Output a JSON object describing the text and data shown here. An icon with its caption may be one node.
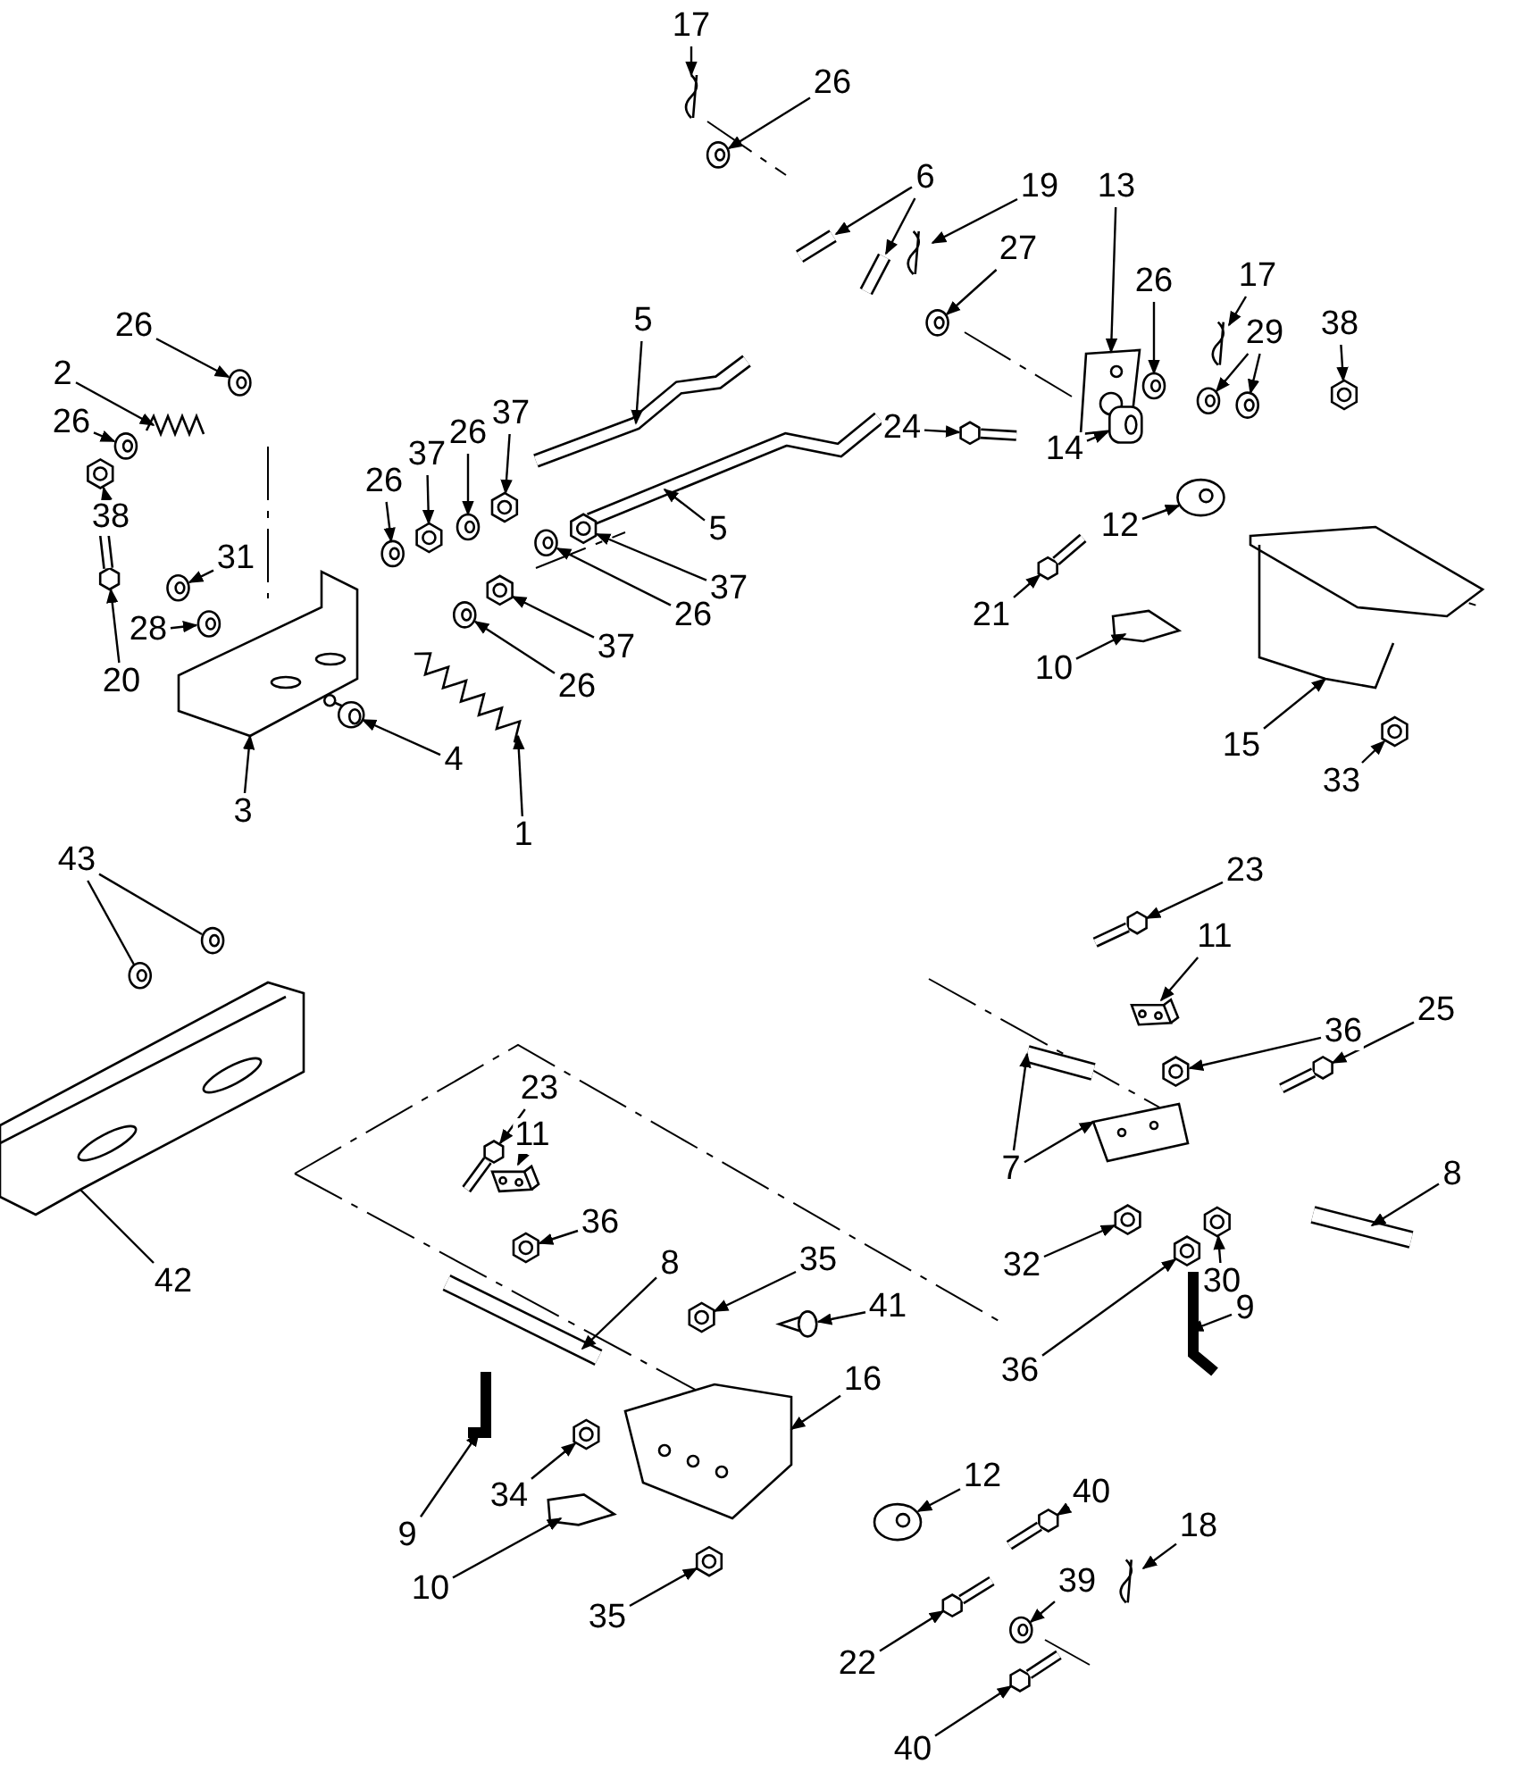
{
  "diagram": {
    "nodes": [
      {
        "text": [
          "17"
        ]
      },
      {
        "text": [
          "26"
        ]
      },
      {
        "text": [
          "6"
        ]
      },
      {
        "text": [
          "19"
        ]
      },
      {
        "text": [
          "27"
        ]
      },
      {
        "text": [
          "13"
        ]
      },
      {
        "text": [
          "26"
        ]
      },
      {
        "text": [
          "17"
        ]
      },
      {
        "text": [
          "29"
        ]
      },
      {
        "text": [
          "38"
        ]
      },
      {
        "text": [
          "5"
        ]
      },
      {
        "text": [
          "24"
        ]
      },
      {
        "text": [
          "14"
        ]
      },
      {
        "text": [
          "12"
        ]
      },
      {
        "text": [
          "26"
        ]
      },
      {
        "text": [
          "2"
        ]
      },
      {
        "text": [
          "26"
        ]
      },
      {
        "text": [
          "38"
        ]
      },
      {
        "text": [
          "26"
        ]
      },
      {
        "text": [
          "37"
        ]
      },
      {
        "text": [
          "26"
        ]
      },
      {
        "text": [
          "37"
        ]
      },
      {
        "text": [
          "5"
        ]
      },
      {
        "text": [
          "31"
        ]
      },
      {
        "text": [
          "28"
        ]
      },
      {
        "text": [
          "20"
        ]
      },
      {
        "text": [
          "37"
        ]
      },
      {
        "text": [
          "26"
        ]
      },
      {
        "text": [
          "37"
        ]
      },
      {
        "text": [
          "26"
        ]
      },
      {
        "text": [
          "21"
        ]
      },
      {
        "text": [
          "10"
        ]
      },
      {
        "text": [
          "3"
        ]
      },
      {
        "text": [
          "4"
        ]
      },
      {
        "text": [
          "1"
        ]
      },
      {
        "text": [
          "15"
        ]
      },
      {
        "text": [
          "33"
        ]
      },
      {
        "text": [
          "43"
        ]
      },
      {
        "text": [
          "42"
        ]
      },
      {
        "text": [
          "23"
        ]
      },
      {
        "text": [
          "11"
        ]
      },
      {
        "text": [
          "36"
        ]
      },
      {
        "text": [
          "25"
        ]
      },
      {
        "text": [
          "7"
        ]
      },
      {
        "text": [
          "8"
        ]
      },
      {
        "text": [
          "32"
        ]
      },
      {
        "text": [
          "36"
        ]
      },
      {
        "text": [
          "30"
        ]
      },
      {
        "text": [
          "9"
        ]
      },
      {
        "text": [
          "23"
        ]
      },
      {
        "text": [
          "11"
        ]
      },
      {
        "text": [
          "36"
        ]
      },
      {
        "text": [
          "8"
        ]
      },
      {
        "text": [
          "35"
        ]
      },
      {
        "text": [
          "41"
        ]
      },
      {
        "text": [
          "16"
        ]
      },
      {
        "text": [
          "9"
        ]
      },
      {
        "text": [
          "34"
        ]
      },
      {
        "text": [
          "12"
        ]
      },
      {
        "text": [
          "40"
        ]
      },
      {
        "text": [
          "18"
        ]
      },
      {
        "text": [
          "10"
        ]
      },
      {
        "text": [
          "35"
        ]
      },
      {
        "text": [
          "39"
        ]
      },
      {
        "text": [
          "22"
        ]
      },
      {
        "text": [
          "40"
        ]
      },
      {
        "text": [],
        "shape": "picture"
      },
      {
        "text": [],
        "shape": "picture"
      },
      {
        "text": [],
        "shape": "picture"
      },
      {
        "text": [],
        "shape": "picture"
      },
      {
        "text": [],
        "shape": "picture"
      },
      {
        "text": [],
        "shape": "picture"
      },
      {
        "text": [],
        "shape": "picture"
      },
      {
        "text": [],
        "shape": "picture"
      },
      {
        "text": [],
        "shape": "picture"
      },
      {
        "text": [],
        "shape": "picture"
      },
      {
        "text": [],
        "shape": "picture"
      },
      {
        "text": [],
        "shape": "picture"
      },
      {
        "text": [],
        "shape": "picture"
      },
      {
        "text": [],
        "shape": "picture"
      },
      {
        "text": [],
        "shape": "picture"
      },
      {
        "text": [],
        "shape": "picture"
      },
      {
        "text": [],
        "shape": "picture"
      },
      {
        "text": [],
        "shape": "picture"
      },
      {
        "text": [],
        "shape": "picture"
      },
      {
        "text": [],
        "shape": "picture"
      },
      {
        "text": [],
        "shape": "picture"
      },
      {
        "text": [],
        "shape": "picture"
      },
      {
        "text": [],
        "shape": "picture"
      },
      {
        "text": [],
        "shape": "picture"
      },
      {
        "text": [],
        "shape": "picture"
      },
      {
        "text": [],
        "shape": "picture"
      },
      {
        "text": [],
        "shape": "picture"
      },
      {
        "text": [],
        "shape": "picture"
      },
      {
        "text": [],
        "shape": "picture"
      },
      {
        "text": [],
        "shape": "picture"
      },
      {
        "text": [],
        "shape": "picture"
      },
      {
        "text": [],
        "shape": "picture"
      },
      {
        "text": [],
        "shape": "picture"
      },
      {
        "text": [],
        "shape": "picture"
      },
      {
        "text": [],
        "shape": "picture"
      },
      {
        "text": [],
        "shape": "picture"
      },
      {
        "text": [],
        "shape": "picture"
      },
      {
        "text": [],
        "shape": "picture"
      },
      {
        "text": [],
        "shape": "picture"
      },
      {
        "text": [],
        "shape": "picture"
      },
      {
        "text": [],
        "shape": "picture"
      },
      {
        "text": [],
        "shape": "picture"
      },
      {
        "text": [],
        "shape": "picture"
      },
      {
        "text": [],
        "shape": "picture"
      },
      {
        "text": [],
        "shape": "picture"
      },
      {
        "text": [],
        "shape": "picture"
      },
      {
        "text": [],
        "shape": "picture"
      },
      {
        "text": [],
        "shape": "picture"
      },
      {
        "text": [],
        "shape": "picture"
      },
      {
        "text": [],
        "shape": "picture"
      },
      {
        "text": [],
        "shape": "picture"
      },
      {
        "text": [],
        "shape": "picture"
      },
      {
        "text": [],
        "shape": "picture"
      },
      {
        "text": [],
        "shape": "picture"
      },
      {
        "text": [],
        "shape": "picture"
      },
      {
        "text": [],
        "shape": "picture"
      },
      {
        "text": [],
        "shape": "picture"
      },
      {
        "text": [],
        "shape": "picture"
      },
      {
        "text": [],
        "shape": "picture"
      },
      {
        "text": [],
        "shape": "picture"
      },
      {
        "text": [],
        "shape": "picture"
      },
      {
        "text": [],
        "shape": "picture"
      },
      {
        "text": [],
        "shape": "picture"
      },
      {
        "text": [],
        "shape": "picture"
      },
      {
        "text": [],
        "shape": "picture"
      },
      {
        "text": [],
        "shape": "picture"
      },
      {
        "text": [],
        "shape": "picture"
      },
      {
        "text": [],
        "shape": "picture"
      },
      {
        "text": [],
        "shape": "picture"
      },
      {
        "text": [],
        "shape": "picture"
      }
    ],
    "edges": [
      {
        "from": 0,
        "to": 66,
        "arrow": "to"
      },
      {
        "from": 1,
        "to": 67,
        "arrow": "to"
      },
      {
        "from": 2,
        "to": 68,
        "arrow": "to"
      },
      {
        "from": 2,
        "to": 69,
        "arrow": "to"
      },
      {
        "from": 3,
        "to": 70,
        "arrow": "to"
      },
      {
        "from": 4,
        "to": 71,
        "arrow": "to"
      },
      {
        "from": 5,
        "to": 72,
        "arrow": "to"
      },
      {
        "from": 6,
        "to": 73,
        "arrow": "to"
      },
      {
        "from": 7,
        "to": 74,
        "arrow": "to"
      },
      {
        "from": 8,
        "to": 75,
        "arrow": "to"
      },
      {
        "from": 8,
        "to": 76,
        "arrow": "to"
      },
      {
        "from": 9,
        "to": 77,
        "arrow": "to"
      },
      {
        "from": 10,
        "to": 78,
        "arrow": "to"
      },
      {
        "from": 11,
        "to": 79,
        "arrow": "to"
      },
      {
        "from": 12,
        "to": 80,
        "arrow": "to"
      },
      {
        "from": 13,
        "to": 81,
        "arrow": "to"
      },
      {
        "from": 14,
        "to": 82,
        "arrow": "to"
      },
      {
        "from": 15,
        "to": 83,
        "arrow": "to"
      },
      {
        "from": 16,
        "to": 84,
        "arrow": "to"
      },
      {
        "from": 17,
        "to": 85,
        "arrow": "to"
      },
      {
        "from": 18,
        "to": 86,
        "arrow": "to"
      },
      {
        "from": 19,
        "to": 87,
        "arrow": "to"
      },
      {
        "from": 20,
        "to": 88,
        "arrow": "to"
      },
      {
        "from": 21,
        "to": 89,
        "arrow": "to"
      },
      {
        "from": 22,
        "to": 90,
        "arrow": "to"
      },
      {
        "from": 23,
        "to": 91,
        "arrow": "to"
      },
      {
        "from": 24,
        "to": 92,
        "arrow": "to"
      },
      {
        "from": 25,
        "to": 93,
        "arrow": "to"
      },
      {
        "from": 26,
        "to": 94,
        "arrow": "to"
      },
      {
        "from": 27,
        "to": 95,
        "arrow": "to"
      },
      {
        "from": 28,
        "to": 96,
        "arrow": "to"
      },
      {
        "from": 29,
        "to": 97,
        "arrow": "to"
      },
      {
        "from": 30,
        "to": 98,
        "arrow": "to"
      },
      {
        "from": 31,
        "to": 99,
        "arrow": "to"
      },
      {
        "from": 32,
        "to": 100,
        "arrow": "to"
      },
      {
        "from": 33,
        "to": 101,
        "arrow": "to"
      },
      {
        "from": 34,
        "to": 102,
        "arrow": "to"
      },
      {
        "from": 35,
        "to": 103,
        "arrow": "to"
      },
      {
        "from": 36,
        "to": 104,
        "arrow": "to"
      },
      {
        "from": 37,
        "to": 105,
        "arrow": "none"
      },
      {
        "from": 37,
        "to": 106,
        "arrow": "none"
      },
      {
        "from": 38,
        "to": 107,
        "arrow": "none"
      },
      {
        "from": 39,
        "to": 108,
        "arrow": "to"
      },
      {
        "from": 40,
        "to": 109,
        "arrow": "to"
      },
      {
        "from": 41,
        "to": 110,
        "arrow": "to"
      },
      {
        "from": 42,
        "to": 111,
        "arrow": "to"
      },
      {
        "from": 43,
        "to": 112,
        "arrow": "to"
      },
      {
        "from": 43,
        "to": 113,
        "arrow": "to"
      },
      {
        "from": 44,
        "to": 114,
        "arrow": "to"
      },
      {
        "from": 45,
        "to": 115,
        "arrow": "to"
      },
      {
        "from": 46,
        "to": 116,
        "arrow": "to"
      },
      {
        "from": 47,
        "to": 117,
        "arrow": "to"
      },
      {
        "from": 48,
        "to": 118,
        "arrow": "to"
      },
      {
        "from": 49,
        "to": 119,
        "arrow": "to"
      },
      {
        "from": 50,
        "to": 120,
        "arrow": "to"
      },
      {
        "from": 51,
        "to": 121,
        "arrow": "to"
      },
      {
        "from": 52,
        "to": 122,
        "arrow": "to"
      },
      {
        "from": 53,
        "to": 123,
        "arrow": "to"
      },
      {
        "from": 54,
        "to": 124,
        "arrow": "to"
      },
      {
        "from": 55,
        "to": 125,
        "arrow": "to"
      },
      {
        "from": 56,
        "to": 126,
        "arrow": "to"
      },
      {
        "from": 57,
        "to": 127,
        "arrow": "to"
      },
      {
        "from": 58,
        "to": 128,
        "arrow": "to"
      },
      {
        "from": 59,
        "to": 129,
        "arrow": "to"
      },
      {
        "from": 60,
        "to": 130,
        "arrow": "to"
      },
      {
        "from": 61,
        "to": 131,
        "arrow": "to"
      },
      {
        "from": 62,
        "to": 132,
        "arrow": "to"
      },
      {
        "from": 63,
        "to": 133,
        "arrow": "to"
      },
      {
        "from": 64,
        "to": 134,
        "arrow": "to"
      },
      {
        "from": 65,
        "to": 135,
        "arrow": "to"
      }
    ]
  }
}
